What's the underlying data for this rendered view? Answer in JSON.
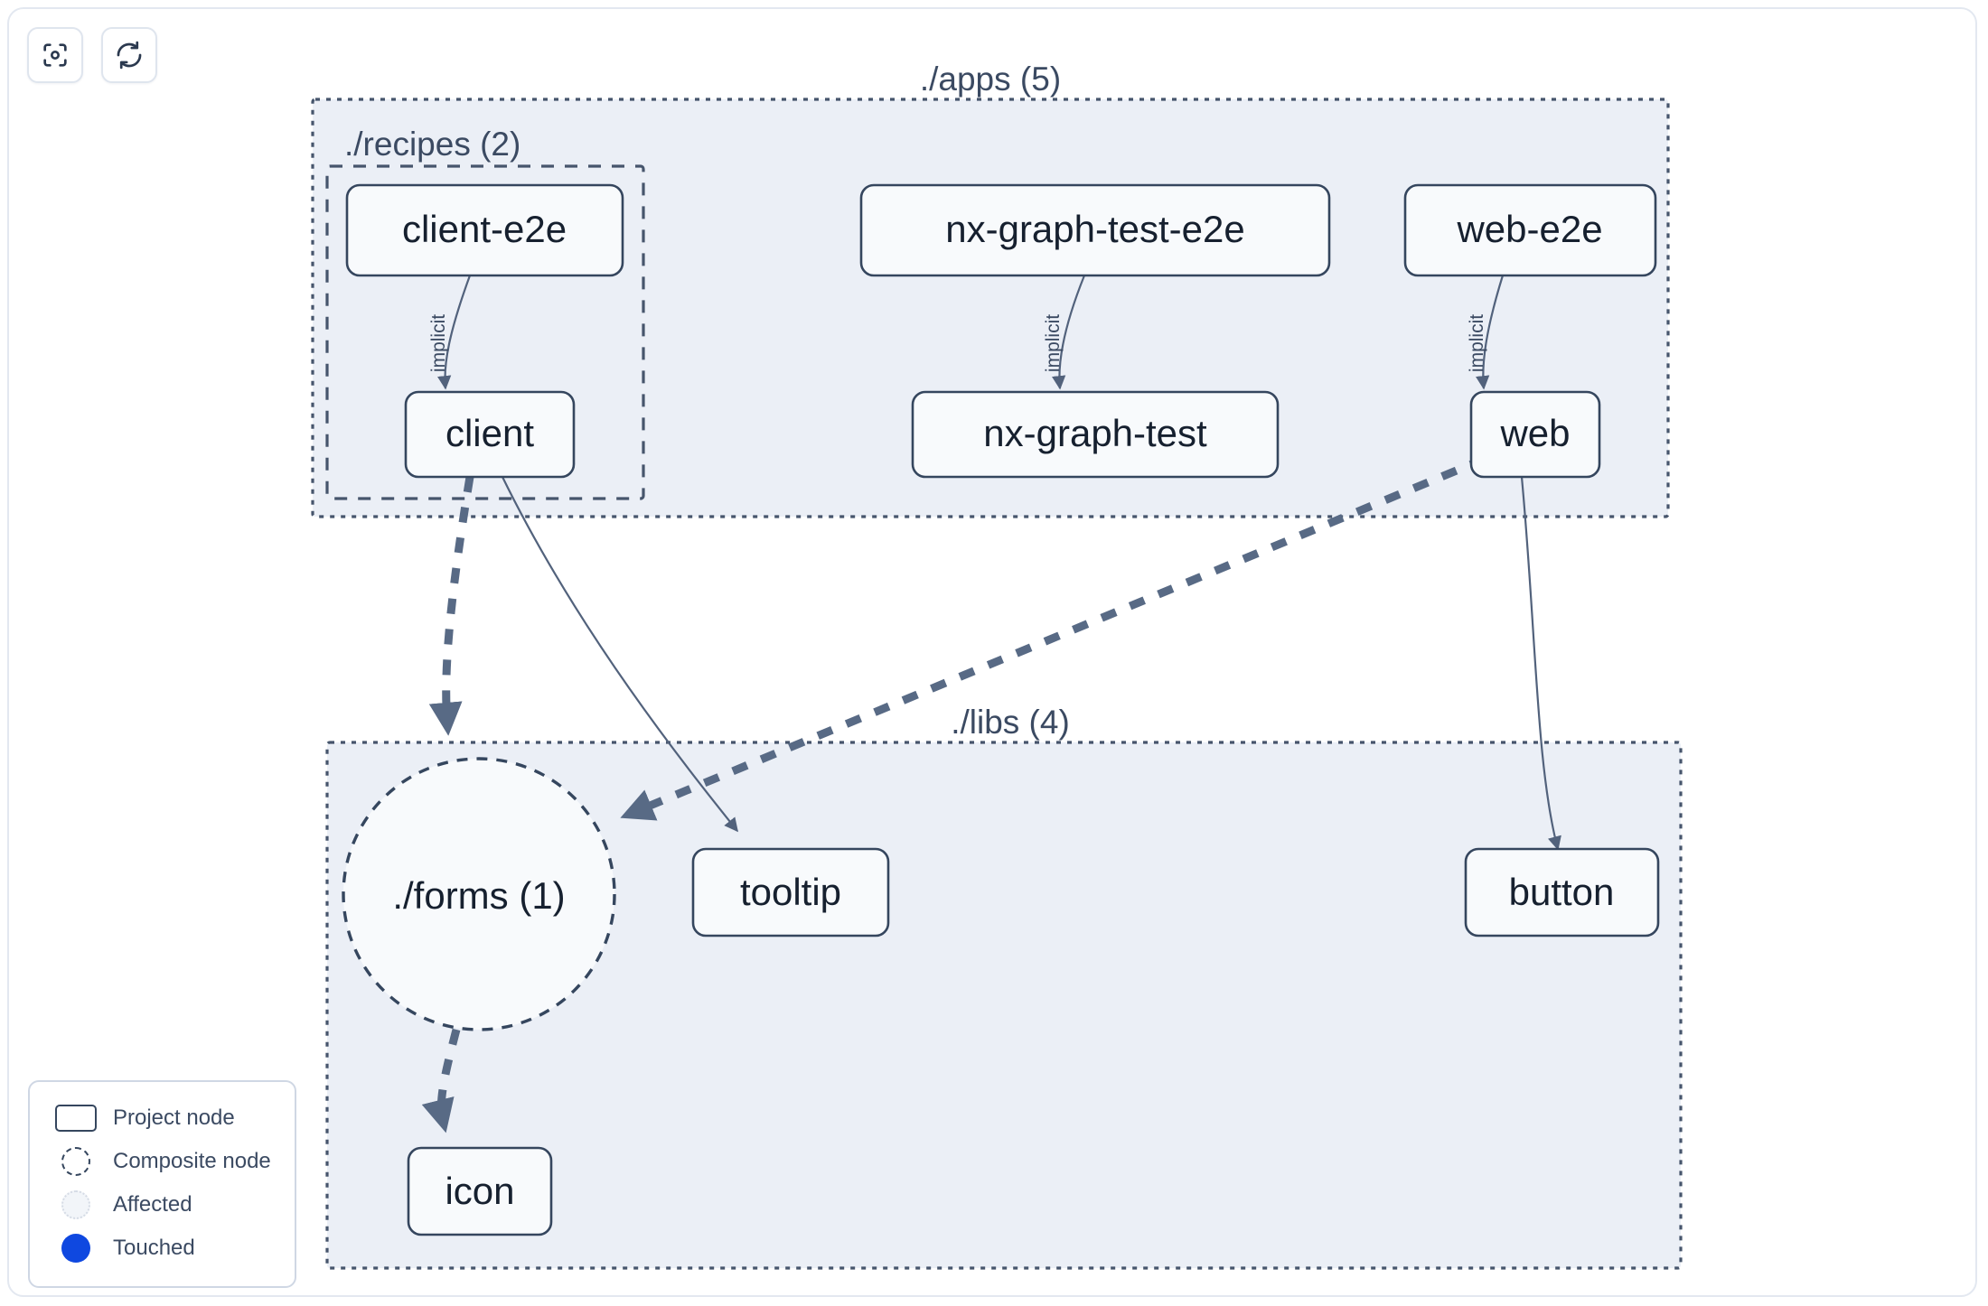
{
  "toolbar": {
    "buttons": [
      {
        "name": "focus-graph-button",
        "icon": "focus-scan-icon",
        "label": ""
      },
      {
        "name": "refresh-graph-button",
        "icon": "refresh-icon",
        "label": ""
      }
    ]
  },
  "graph": {
    "groups": [
      {
        "id": "apps",
        "label": "./apps (5)",
        "label_align": "center"
      },
      {
        "id": "recipes",
        "label": "./recipes (2)",
        "label_align": "left"
      },
      {
        "id": "libs",
        "label": "./libs (4)",
        "label_align": "center"
      }
    ],
    "nodes": [
      {
        "id": "client-e2e",
        "label": "client-e2e",
        "shape": "rect",
        "group": "recipes"
      },
      {
        "id": "nx-graph-test-e2e",
        "label": "nx-graph-test-e2e",
        "shape": "rect",
        "group": "apps"
      },
      {
        "id": "web-e2e",
        "label": "web-e2e",
        "shape": "rect",
        "group": "apps"
      },
      {
        "id": "client",
        "label": "client",
        "shape": "rect",
        "group": "recipes"
      },
      {
        "id": "nx-graph-test",
        "label": "nx-graph-test",
        "shape": "rect",
        "group": "apps"
      },
      {
        "id": "web",
        "label": "web",
        "shape": "rect",
        "group": "apps"
      },
      {
        "id": "forms",
        "label": "./forms (1)",
        "shape": "circle",
        "group": "libs"
      },
      {
        "id": "tooltip",
        "label": "tooltip",
        "shape": "rect",
        "group": "libs"
      },
      {
        "id": "button",
        "label": "button",
        "shape": "rect",
        "group": "libs"
      },
      {
        "id": "icon",
        "label": "icon",
        "shape": "rect",
        "group": "libs"
      }
    ],
    "edges": [
      {
        "from": "client-e2e",
        "to": "client",
        "label": "implicit",
        "style": "solid"
      },
      {
        "from": "nx-graph-test-e2e",
        "to": "nx-graph-test",
        "label": "implicit",
        "style": "solid"
      },
      {
        "from": "web-e2e",
        "to": "web",
        "label": "implicit",
        "style": "solid"
      },
      {
        "from": "client",
        "to": "forms",
        "label": "",
        "style": "dashed"
      },
      {
        "from": "client",
        "to": "tooltip",
        "label": "",
        "style": "solid"
      },
      {
        "from": "web",
        "to": "forms",
        "label": "",
        "style": "dashed"
      },
      {
        "from": "web",
        "to": "button",
        "label": "",
        "style": "solid"
      },
      {
        "from": "forms",
        "to": "icon",
        "label": "",
        "style": "dashed"
      }
    ]
  },
  "legend": {
    "items": [
      {
        "swatch": "project-node-swatch",
        "label": "Project node"
      },
      {
        "swatch": "composite-node-swatch",
        "label": "Composite node"
      },
      {
        "swatch": "affected-swatch",
        "label": "Affected"
      },
      {
        "swatch": "touched-swatch",
        "label": "Touched"
      }
    ]
  },
  "colors": {
    "group_fill": "#EBEFF6",
    "node_fill": "#F8FAFC",
    "stroke": "#35465E",
    "edge": "#52627C",
    "touched": "#0F48E0",
    "text": "#16202F",
    "label_text": "#3B4A62"
  }
}
